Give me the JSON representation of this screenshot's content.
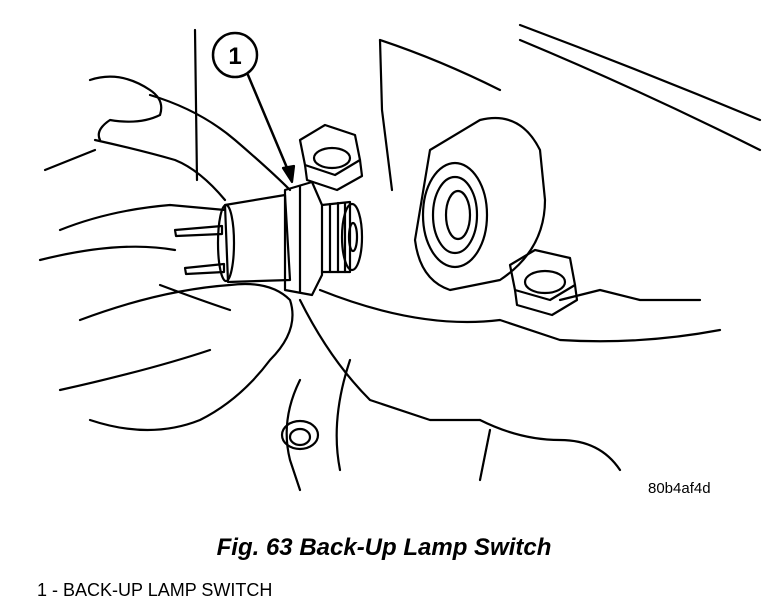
{
  "callout": {
    "number": "1"
  },
  "figure_id": "80b4af4d",
  "caption": "Fig. 63 Back-Up Lamp Switch",
  "legend": {
    "items": [
      {
        "text": "1 - BACK-UP LAMP SWITCH"
      }
    ]
  }
}
